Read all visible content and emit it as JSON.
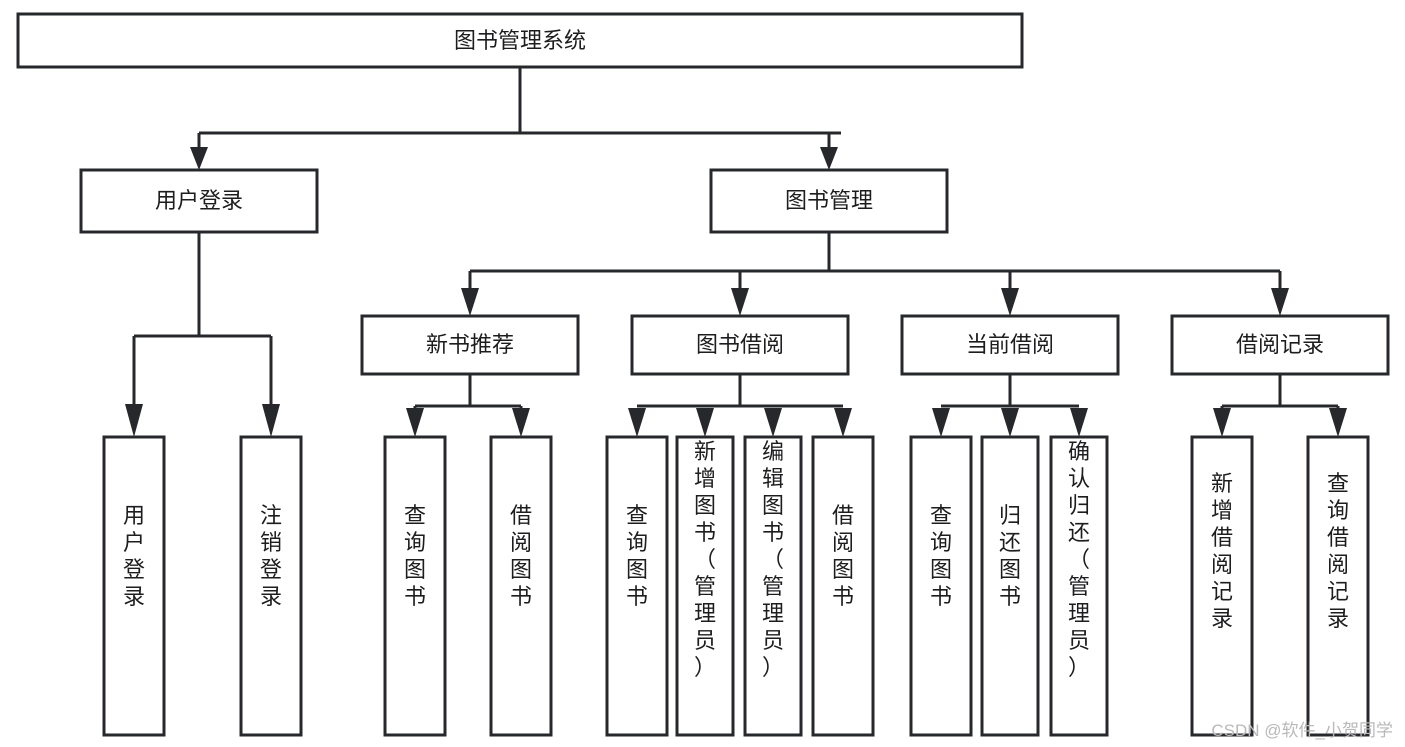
{
  "diagram": {
    "title": "图书管理系统",
    "type": "hierarchy-tree",
    "colors": {
      "stroke": "#26282b",
      "fill": "#ffffff",
      "text": "#1d1d1f",
      "background": "#ffffff",
      "watermark": "#b9b9b9"
    },
    "root": {
      "id": "root",
      "label": "图书管理系统",
      "orientation": "horizontal"
    },
    "level2": [
      {
        "id": "user-login",
        "label": "用户登录",
        "orientation": "horizontal"
      },
      {
        "id": "book-management",
        "label": "图书管理",
        "orientation": "horizontal"
      }
    ],
    "level3": [
      {
        "id": "new-book-recommend",
        "label": "新书推荐",
        "orientation": "horizontal",
        "parent": "book-management"
      },
      {
        "id": "book-borrow",
        "label": "图书借阅",
        "orientation": "horizontal",
        "parent": "book-management"
      },
      {
        "id": "current-borrow",
        "label": "当前借阅",
        "orientation": "horizontal",
        "parent": "book-management"
      },
      {
        "id": "borrow-record",
        "label": "借阅记录",
        "orientation": "horizontal",
        "parent": "book-management"
      }
    ],
    "leaves": [
      {
        "id": "leaf-user-login",
        "label": "用户登录",
        "orientation": "vertical",
        "parent": "user-login"
      },
      {
        "id": "leaf-user-logout",
        "label": "注销登录",
        "orientation": "vertical",
        "parent": "user-login"
      },
      {
        "id": "leaf-query-book-1",
        "label": "查询图书",
        "orientation": "vertical",
        "parent": "new-book-recommend"
      },
      {
        "id": "leaf-borrow-book-1",
        "label": "借阅图书",
        "orientation": "vertical",
        "parent": "new-book-recommend"
      },
      {
        "id": "leaf-query-book-2",
        "label": "查询图书",
        "orientation": "vertical",
        "parent": "book-borrow"
      },
      {
        "id": "leaf-add-book",
        "label": "新增图书（管理员）",
        "orientation": "vertical",
        "parent": "book-borrow"
      },
      {
        "id": "leaf-edit-book",
        "label": "编辑图书（管理员）",
        "orientation": "vertical",
        "parent": "book-borrow"
      },
      {
        "id": "leaf-borrow-book-2",
        "label": "借阅图书",
        "orientation": "vertical",
        "parent": "book-borrow"
      },
      {
        "id": "leaf-query-book-3",
        "label": "查询图书",
        "orientation": "vertical",
        "parent": "current-borrow"
      },
      {
        "id": "leaf-return-book",
        "label": "归还图书",
        "orientation": "vertical",
        "parent": "current-borrow"
      },
      {
        "id": "leaf-confirm-return",
        "label": "确认归还（管理员）",
        "orientation": "vertical",
        "parent": "current-borrow"
      },
      {
        "id": "leaf-add-record",
        "label": "新增借阅记录",
        "orientation": "vertical",
        "parent": "borrow-record"
      },
      {
        "id": "leaf-query-record",
        "label": "查询借阅记录",
        "orientation": "vertical",
        "parent": "borrow-record"
      }
    ]
  },
  "watermark": {
    "text": "CSDN @软件_小贺同学"
  }
}
